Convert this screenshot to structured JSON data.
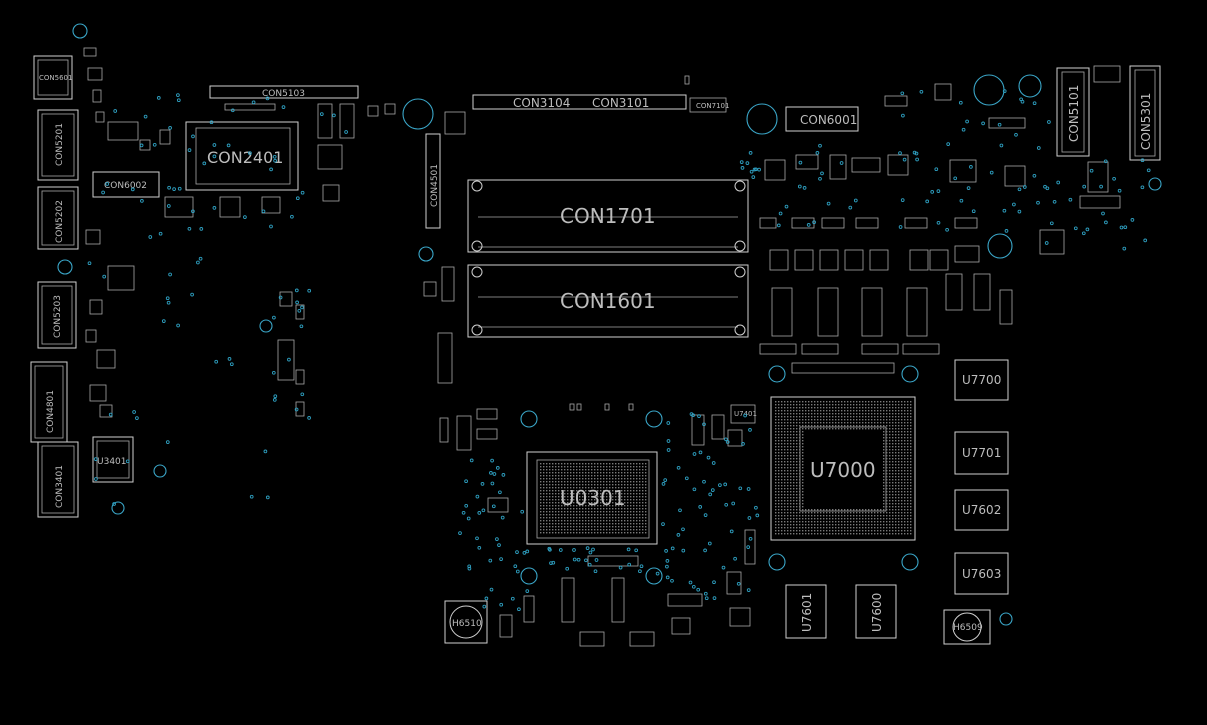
{
  "connectors": {
    "con2401": "CON2401",
    "con1701": "CON1701",
    "con1601": "CON1601",
    "con3104": "CON3104",
    "con3101": "CON3101",
    "con6001": "CON6001",
    "con6002": "CON6002",
    "con5103": "CON5103",
    "con5201": "CON5201",
    "con5202": "CON5202",
    "con5203": "CON5203",
    "con4801": "CON4801",
    "con3401": "CON3401",
    "con4501": "CON4501",
    "con5101": "CON5101",
    "con5301": "CON5301",
    "con5601": "CON5601",
    "con7101": "CON7101"
  },
  "chips": {
    "u0301": "U0301",
    "u7000": "U7000",
    "u7700": "U7700",
    "u7701": "U7701",
    "u7602": "U7602",
    "u7603": "U7603",
    "u7601": "U7601",
    "u7600": "U7600",
    "u3401": "U3401",
    "u7401": "U7401"
  },
  "mounts": {
    "h6510": "H6510",
    "h6509": "H6509"
  }
}
